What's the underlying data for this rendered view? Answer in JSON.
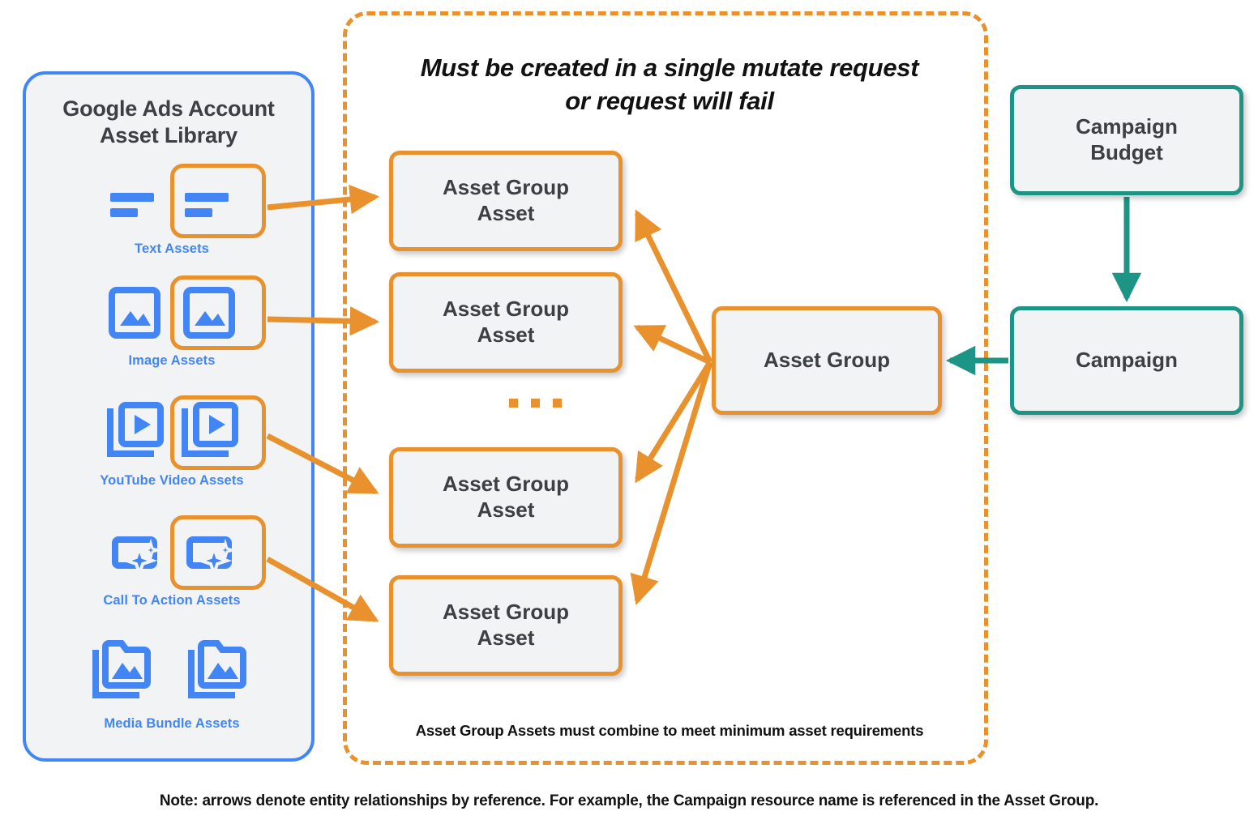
{
  "colors": {
    "blue": "#4285F4",
    "orange": "#E8912D",
    "teal": "#1C9486",
    "node_fill": "#F1F3F4",
    "panel_fill": "#F1F3F4",
    "text_dark": "#3C4043",
    "text_black": "#111111"
  },
  "asset_library": {
    "title_line1": "Google Ads Account",
    "title_line2": "Asset Library",
    "items": [
      {
        "label": "Text Assets",
        "icon": "text-asset-icon",
        "selected": true
      },
      {
        "label": "Image Assets",
        "icon": "image-asset-icon",
        "selected": true
      },
      {
        "label": "YouTube Video  Assets",
        "icon": "youtube-video-asset-icon",
        "selected": true
      },
      {
        "label": "Call To Action Assets",
        "icon": "call-to-action-asset-icon",
        "selected": true
      },
      {
        "label": "Media Bundle  Assets",
        "icon": "media-bundle-asset-icon",
        "selected": false
      }
    ]
  },
  "mutate_container": {
    "heading_line1": "Must be created in a single mutate request",
    "heading_line2": "or request will fail",
    "footnote": "Asset Group Assets must combine to meet minimum asset requirements",
    "asset_group_assets": [
      {
        "line1": "Asset Group",
        "line2": "Asset"
      },
      {
        "line1": "Asset Group",
        "line2": "Asset"
      },
      {
        "line1": "Asset Group",
        "line2": "Asset"
      },
      {
        "line1": "Asset Group",
        "line2": "Asset"
      }
    ],
    "ellipsis": "..."
  },
  "nodes": {
    "asset_group": "Asset Group",
    "campaign_budget_line1": "Campaign",
    "campaign_budget_line2": "Budget",
    "campaign": "Campaign"
  },
  "footer": {
    "note": "Note: arrows denote entity relationships by reference. For example, the Campaign resource name is referenced in the Asset Group."
  }
}
